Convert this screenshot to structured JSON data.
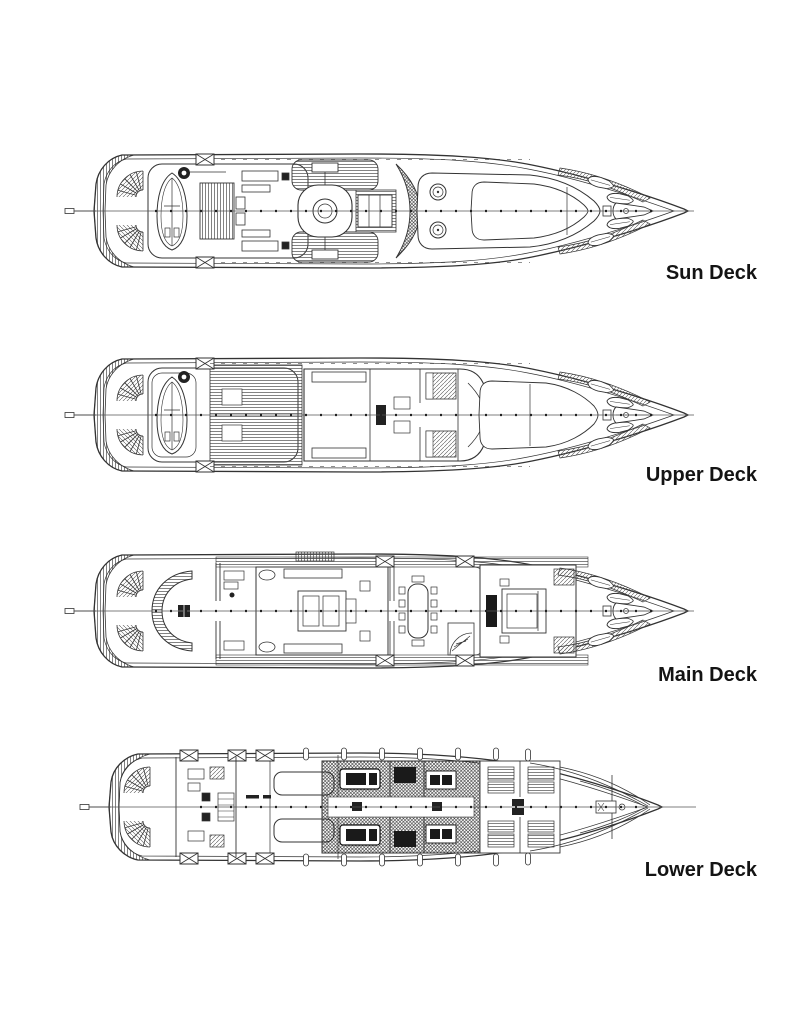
{
  "figure_title": "",
  "decks": [
    {
      "id": "sun-deck",
      "label": "Sun Deck"
    },
    {
      "id": "upper-deck",
      "label": "Upper Deck"
    },
    {
      "id": "main-deck",
      "label": "Main Deck"
    },
    {
      "id": "lower-deck",
      "label": "Lower Deck"
    }
  ],
  "style": {
    "background": "#ffffff",
    "line_color": "#333333",
    "label_color": "#141414"
  }
}
